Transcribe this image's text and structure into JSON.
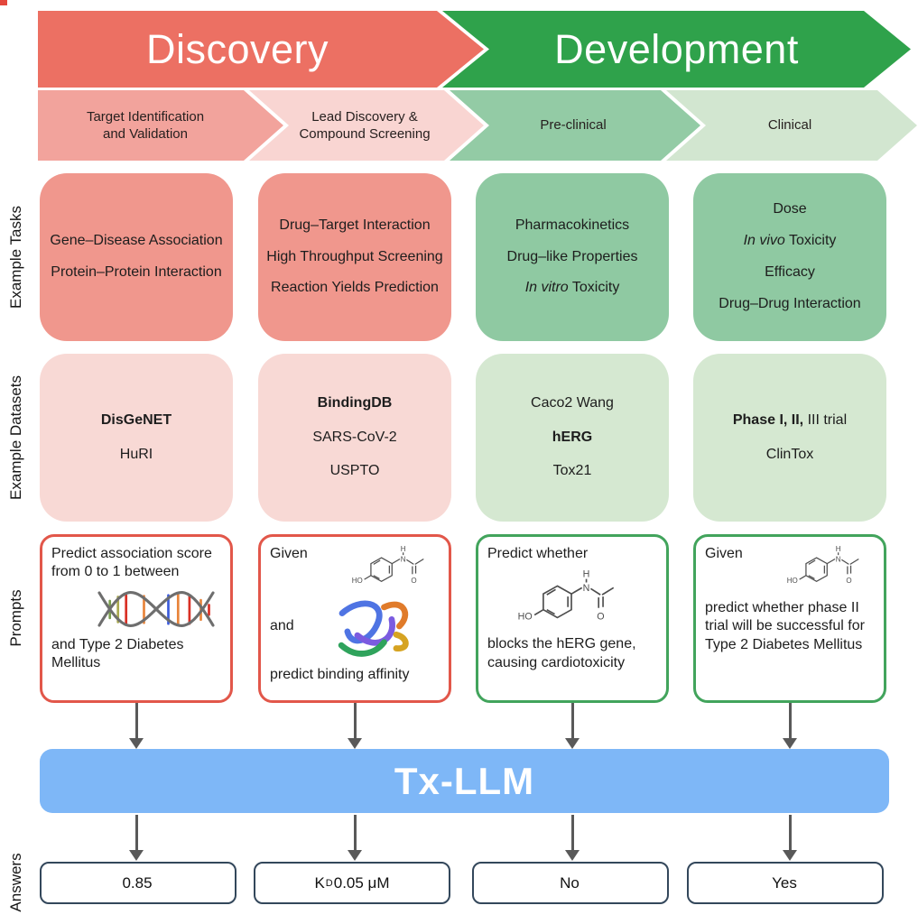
{
  "palette": {
    "discovery": "#EC7063",
    "development": "#2FA24B",
    "phase-red-1": "#F2A39C",
    "phase-red-2": "#F9D5D2",
    "phase-green-1": "#93CBA5",
    "phase-green-2": "#D2E6D0",
    "task-red": "#F0978D",
    "task-green": "#8FC9A2",
    "dataset-red": "#F8D9D5",
    "dataset-green": "#D5E8D1",
    "prompt-red": "#E2574A",
    "prompt-green": "#42A45C",
    "model-blue": "#7EB7F7",
    "answer-border": "#33475B",
    "connector": "#595959",
    "text-dark": "#1D1D1D"
  },
  "header": {
    "stages": [
      {
        "label": "Discovery"
      },
      {
        "label": "Development"
      }
    ],
    "phases": [
      {
        "lines": [
          "Target Identification",
          "and Validation"
        ]
      },
      {
        "lines": [
          "Lead Discovery &",
          "Compound Screening"
        ]
      },
      {
        "lines": [
          "Pre-clinical"
        ]
      },
      {
        "lines": [
          "Clinical"
        ]
      }
    ]
  },
  "row_labels": {
    "tasks": "Example Tasks",
    "datasets": "Example Datasets",
    "prompts": "Prompts",
    "answers": "Answers"
  },
  "tasks": {
    "columns": [
      {
        "items": [
          [
            {
              "t": "Gene–Disease Association"
            }
          ],
          [
            {
              "t": "Protein–Protein Interaction"
            }
          ]
        ]
      },
      {
        "items": [
          [
            {
              "t": "Drug–Target Interaction"
            }
          ],
          [
            {
              "t": "High Throughput Screening"
            }
          ],
          [
            {
              "t": "Reaction Yields Prediction"
            }
          ]
        ]
      },
      {
        "items": [
          [
            {
              "t": "Pharmacokinetics"
            }
          ],
          [
            {
              "t": "Drug–like Properties"
            }
          ],
          [
            {
              "t": "In vitro",
              "i": true
            },
            {
              "t": " Toxicity"
            }
          ]
        ]
      },
      {
        "items": [
          [
            {
              "t": "Dose"
            }
          ],
          [
            {
              "t": "In vivo",
              "i": true
            },
            {
              "t": " Toxicity"
            }
          ],
          [
            {
              "t": "Efficacy"
            }
          ],
          [
            {
              "t": "Drug–Drug Interaction"
            }
          ]
        ]
      }
    ]
  },
  "datasets": {
    "columns": [
      {
        "items": [
          [
            {
              "t": "DisGeNET",
              "b": true
            }
          ],
          [
            {
              "t": "HuRI"
            }
          ]
        ]
      },
      {
        "items": [
          [
            {
              "t": "BindingDB",
              "b": true
            }
          ],
          [
            {
              "t": "SARS-CoV-2"
            }
          ],
          [
            {
              "t": "USPTO"
            }
          ]
        ]
      },
      {
        "items": [
          [
            {
              "t": "Caco2 Wang"
            }
          ],
          [
            {
              "t": "hERG",
              "b": true
            }
          ],
          [
            {
              "t": "Tox21"
            }
          ]
        ]
      },
      {
        "items": [
          [
            {
              "t": "Phase I, II,",
              "b": true
            },
            {
              "t": " III trial"
            }
          ],
          [
            {
              "t": "ClinTox"
            }
          ]
        ]
      }
    ]
  },
  "prompts": {
    "boxes": [
      {
        "text_before_image": "Predict association score from 0 to 1 between",
        "image": "dna-helix-icon",
        "text_after_image": "and Type 2 Diabetes Mellitus"
      },
      {
        "text_1": "Given",
        "image_1": "molecule-structure-icon",
        "text_2": "and",
        "image_2": "protein-ribbon-icon",
        "text_3": "predict binding affinity"
      },
      {
        "text_before_image": "Predict whether",
        "image": "molecule-structure-icon",
        "text_after_image": "blocks the hERG gene, causing cardiotoxicity"
      },
      {
        "text_1": "Given",
        "image_1": "molecule-structure-icon",
        "text_2": "predict whether phase II trial will be successful for Type 2 Diabetes Mellitus"
      }
    ]
  },
  "model": {
    "label": "Tx-LLM"
  },
  "answers": {
    "values": [
      {
        "pre": "0.85",
        "sub": "",
        "post": ""
      },
      {
        "pre": "K",
        "sub": "D",
        "post": " 0.05 μM"
      },
      {
        "pre": "No",
        "sub": "",
        "post": ""
      },
      {
        "pre": "Yes",
        "sub": "",
        "post": ""
      }
    ]
  }
}
